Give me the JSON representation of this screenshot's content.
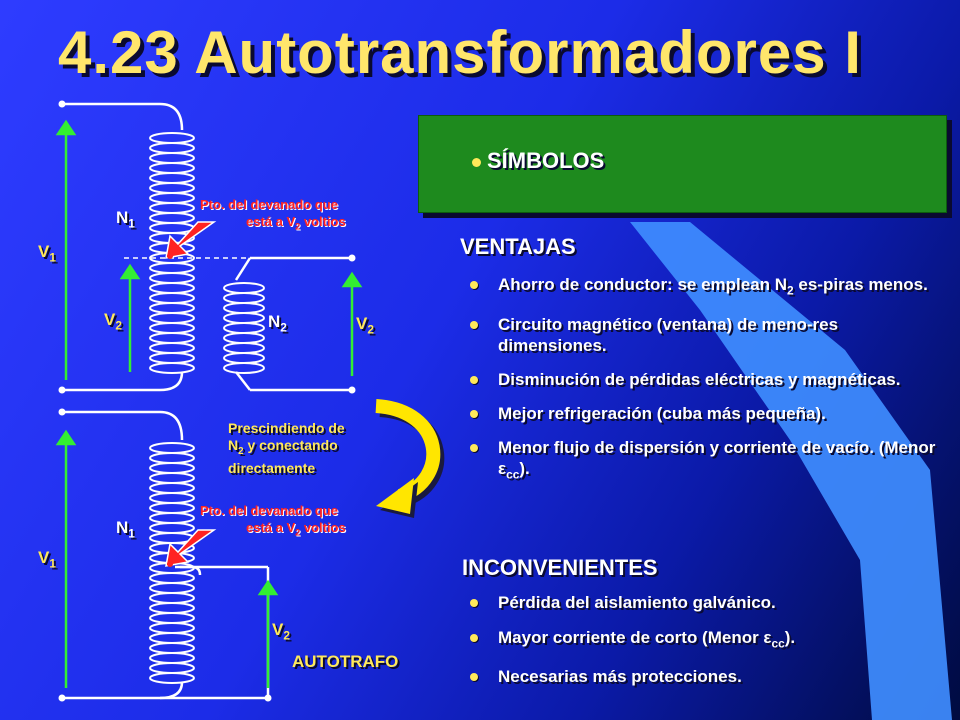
{
  "title": "4.23 Autotransformadores I",
  "symbols_label": "SÍMBOLOS",
  "ventajas": {
    "heading": "VENTAJAS",
    "items": [
      {
        "pre": "Ahorro de conductor: se emplean N",
        "sub": "2",
        "post": " es-piras menos."
      },
      {
        "pre": "Circuito magnético (ventana) de meno-res dimensiones.",
        "sub": "",
        "post": ""
      },
      {
        "pre": "Disminución de pérdidas eléctricas y magnéticas.",
        "sub": "",
        "post": ""
      },
      {
        "pre": "Mejor refrigeración (cuba más pequeña).",
        "sub": "",
        "post": ""
      },
      {
        "pre": "Menor flujo de dispersión y corriente de vacío. (Menor ε",
        "sub": "cc",
        "post": ")."
      }
    ]
  },
  "inconvenientes": {
    "heading": "INCONVENIENTES",
    "items": [
      {
        "pre": "Pérdida del aislamiento galvánico.",
        "sub": "",
        "post": ""
      },
      {
        "pre": "Mayor corriente de corto (Menor ε",
        "sub": "cc",
        "post": ")."
      },
      {
        "pre": "Necesarias más protecciones.",
        "sub": "",
        "post": ""
      }
    ]
  },
  "diagram": {
    "v1": {
      "base": "V",
      "sub": "1"
    },
    "v2": {
      "base": "V",
      "sub": "2"
    },
    "n1": {
      "base": "N",
      "sub": "1"
    },
    "n2": {
      "base": "N",
      "sub": "2"
    },
    "pto_line1": "Pto. del devanado que",
    "pto_line2_pre": "está a V",
    "pto_line2_sub": "2",
    "pto_line2_post": " voltios",
    "prescind_line1": "Prescindiendo de",
    "prescind_line2_pre": "N",
    "prescind_line2_sub": "2",
    "prescind_line2_post": " y conectando",
    "prescind_line3": "directamente",
    "autotrafo": "AUTOTRAFO"
  },
  "colors": {
    "background": "#1c2ce8",
    "title": "#ffe66b",
    "symbol_box": "#1e8a1e",
    "arrow": "#33ee33",
    "accent_red": "#ff2222",
    "bullet": "#ffe95a"
  }
}
